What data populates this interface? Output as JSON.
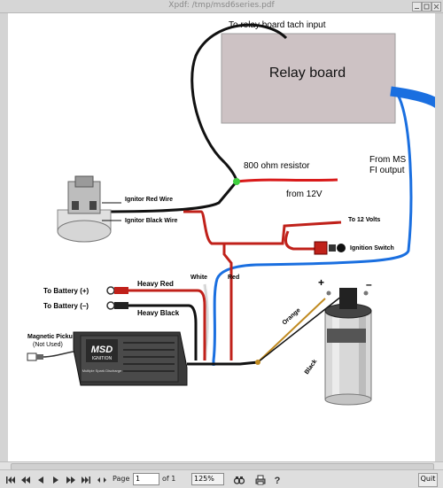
{
  "window": {
    "title": "Xpdf: /tmp/msd6series.pdf"
  },
  "diagram": {
    "relay_board": "Relay board",
    "tach_label": "To relay board tach input",
    "resistor_label": "800 ohm resistor",
    "from_12v": "from 12V",
    "from_ms_line1": "From MS",
    "from_ms_line2": "FI output",
    "ignitor_red": "Ignitor Red Wire",
    "ignitor_black": "Ignitor Black Wire",
    "to_12_volts": "To 12 Volts",
    "ignition_switch": "Ignition Switch",
    "white": "White",
    "red": "Red",
    "heavy_red": "Heavy Red",
    "heavy_black": "Heavy Black",
    "battery_pos": "To Battery (+)",
    "battery_neg": "To Battery (–)",
    "magnetic_pickup": "Magnetic Pickup",
    "not_used": "(Not Used)",
    "orange": "Orange",
    "black": "Black",
    "plus": "+",
    "minus": "–",
    "msd_logo": "MSD",
    "msd_sub": "IGNITION",
    "msd_box_text": "Multiple Spark Discharge"
  },
  "toolbar": {
    "page_label": "Page",
    "page_value": "1",
    "of_label": "of 1",
    "zoom_value": "125%",
    "quit_label": "Quit",
    "help_label": "?"
  },
  "colors": {
    "relay_fill": "#cdc2c4",
    "blue_wire": "#1a6fe0",
    "red_wire": "#c0211a",
    "green_dot": "#3fd13f"
  }
}
